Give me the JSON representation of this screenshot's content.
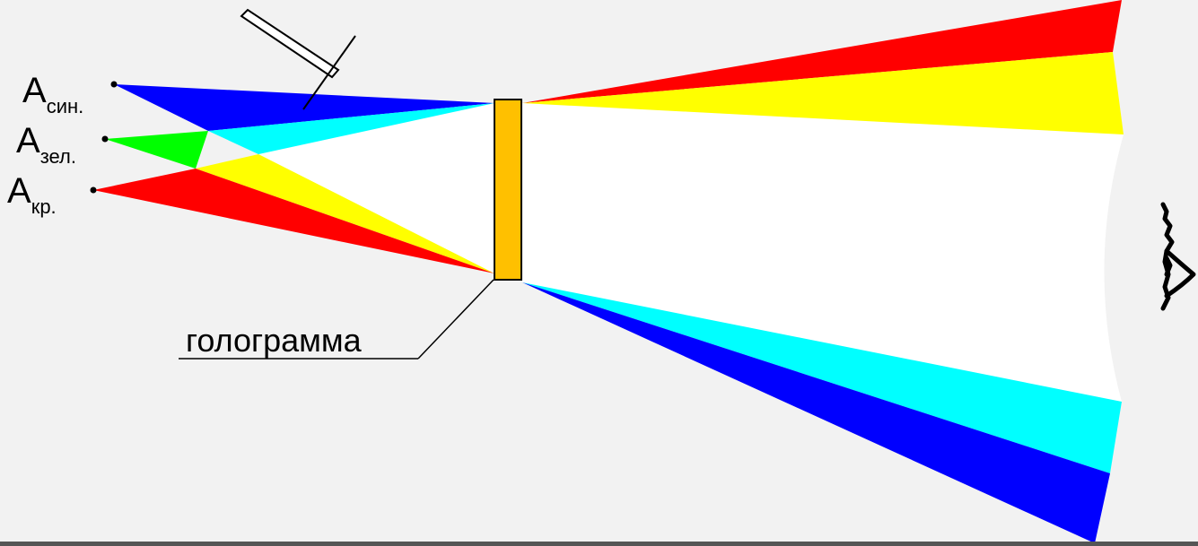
{
  "sources": [
    {
      "letter": "A",
      "subscript": "син.",
      "color": "#0000ff"
    },
    {
      "letter": "A",
      "subscript": "зел.",
      "color": "#00ff00"
    },
    {
      "letter": "A",
      "subscript": "кр.",
      "color": "#ff0000"
    }
  ],
  "hologram_label": "голограмма",
  "colors": {
    "blue": "#0000ff",
    "cyan": "#00ffff",
    "green": "#00ff00",
    "yellow": "#ffff00",
    "red": "#ff0000",
    "white": "#ffffff",
    "hologram": "#ffc000",
    "background": "#f2f2f2"
  },
  "icons": [
    "flashlight-icon",
    "eye-icon"
  ]
}
